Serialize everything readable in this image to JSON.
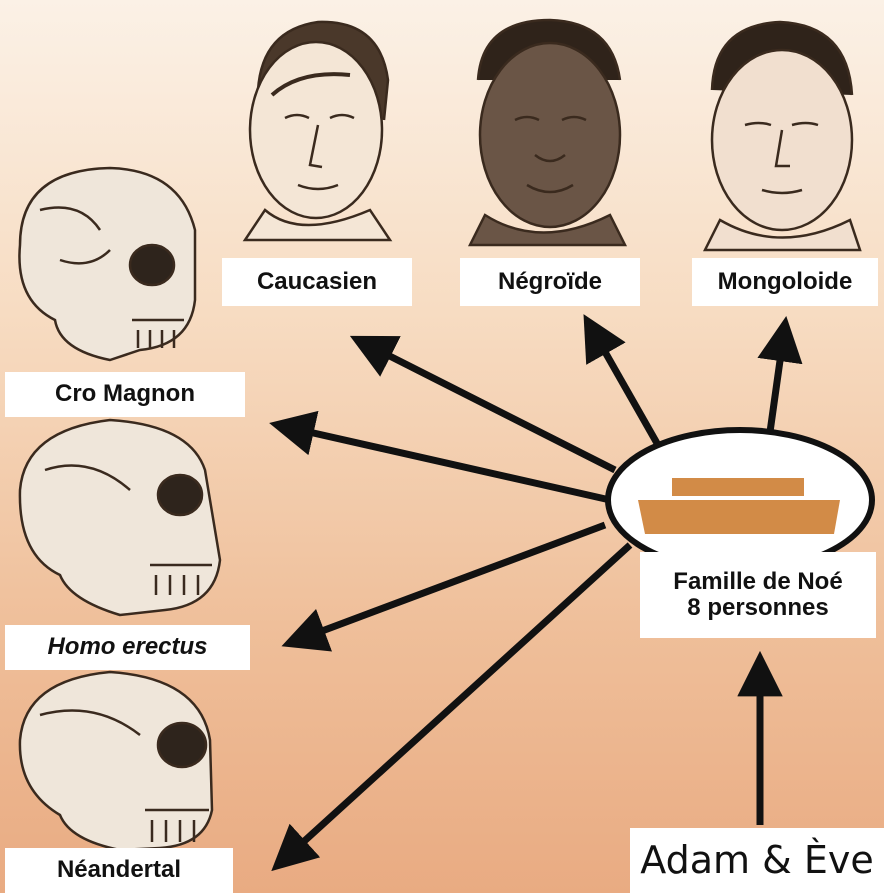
{
  "labels": {
    "caucasien": "Caucasien",
    "negroide": "Négroïde",
    "mongoloide": "Mongoloide",
    "cro_magnon": "Cro Magnon",
    "homo_erectus": "Homo erectus",
    "neandertal": "Néandertal",
    "noah_family_line1": "Famille de Noé",
    "noah_family_line2": "8 personnes",
    "adam_eve": "Adam & Ève"
  },
  "colors": {
    "ark": "#d28b47",
    "arrow": "#111111",
    "sketch": "#3a2a1e"
  },
  "icons": [
    "caucasian-face-icon",
    "negroid-face-icon",
    "mongoloid-face-icon",
    "cro-magnon-skull-icon",
    "homo-erectus-skull-icon",
    "neanderthal-skull-icon",
    "ark-icon"
  ]
}
